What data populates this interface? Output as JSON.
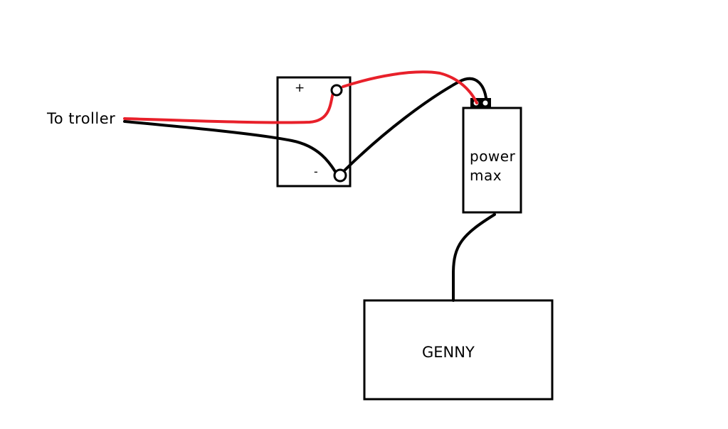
{
  "labels": {
    "to_troller": "To troller",
    "battery_positive": "+",
    "battery_negative": "-",
    "power_max_line1": "power",
    "power_max_line2": "max",
    "genny": "GENNY"
  },
  "colors": {
    "positive_wire": "#e8202a",
    "negative_wire": "#000000",
    "outline": "#000000"
  }
}
